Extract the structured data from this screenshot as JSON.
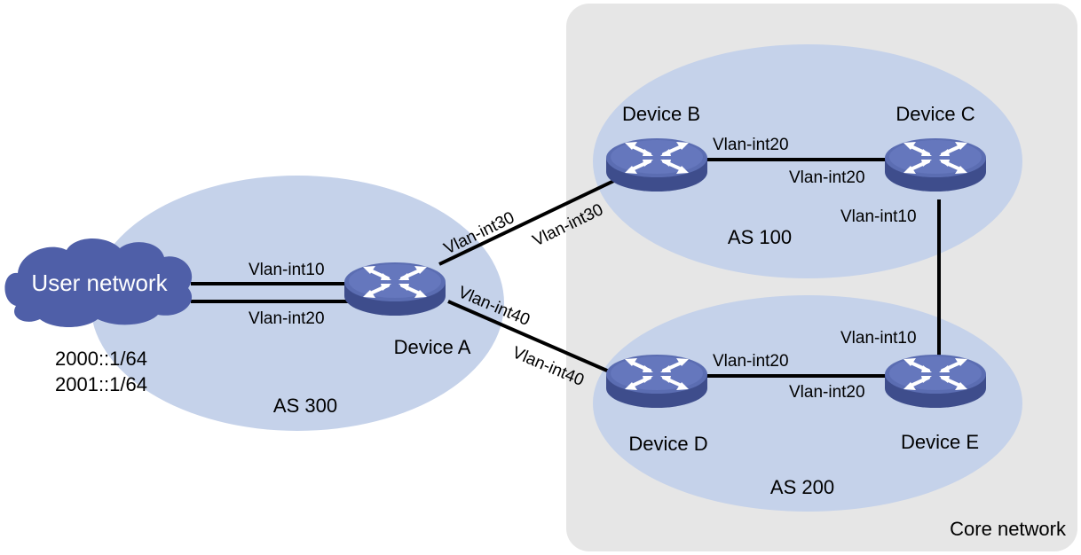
{
  "core": {
    "label": "Core network",
    "color": "#e6e6e6"
  },
  "areas": {
    "as300": {
      "label": "AS 300"
    },
    "as100": {
      "label": "AS 100"
    },
    "as200": {
      "label": "AS 200"
    }
  },
  "colors": {
    "area": "#c5d2ea",
    "device": "#5b6db2",
    "cloud": "#4f5fa8",
    "link": "#000000"
  },
  "cloud": {
    "label": "User network",
    "addr1": "2000::1/64",
    "addr2": "2001::1/64"
  },
  "devices": {
    "a": {
      "label": "Device A"
    },
    "b": {
      "label": "Device B"
    },
    "c": {
      "label": "Device C"
    },
    "d": {
      "label": "Device D"
    },
    "e": {
      "label": "Device E"
    }
  },
  "ifaces": {
    "cloud_a_top": "Vlan-int10",
    "cloud_a_bottom": "Vlan-int20",
    "a_b_a": "Vlan-int30",
    "a_b_b": "Vlan-int30",
    "a_d_a": "Vlan-int40",
    "a_d_d": "Vlan-int40",
    "b_c_b": "Vlan-int20",
    "b_c_c": "Vlan-int20",
    "c_e_c": "Vlan-int10",
    "c_e_e": "Vlan-int10",
    "d_e_d": "Vlan-int20",
    "d_e_e": "Vlan-int20"
  }
}
